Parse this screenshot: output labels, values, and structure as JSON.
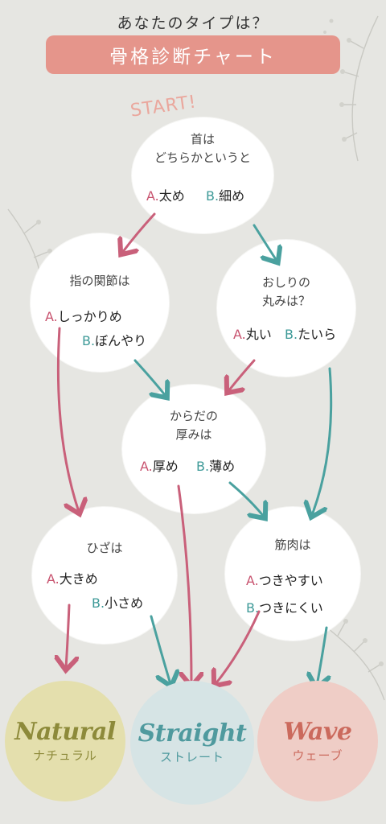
{
  "header": {
    "subtitle": "あなたのタイプは？",
    "title": "骨格診断チャート"
  },
  "start_label": "START!",
  "nodes": {
    "neck": {
      "question": [
        "首は",
        "どちらかというと"
      ],
      "a_letter": "A.",
      "a_text": "太め",
      "b_letter": "B.",
      "b_text": "細め"
    },
    "finger": {
      "question": [
        "指の関節は"
      ],
      "a_letter": "A.",
      "a_text": "しっかりめ",
      "b_letter": "B.",
      "b_text": "ぼんやり"
    },
    "hip": {
      "question": [
        "おしりの",
        "丸みは？"
      ],
      "a_letter": "A.",
      "a_text": "丸い",
      "b_letter": "B.",
      "b_text": "たいら"
    },
    "body": {
      "question": [
        "からだの",
        "厚みは"
      ],
      "a_letter": "A.",
      "a_text": "厚め",
      "b_letter": "B.",
      "b_text": "薄め"
    },
    "knee": {
      "question": [
        "ひざは"
      ],
      "a_letter": "A.",
      "a_text": "大きめ",
      "b_letter": "B.",
      "b_text": "小さめ"
    },
    "muscle": {
      "question": [
        "筋肉は"
      ],
      "a_letter": "A.",
      "a_text": "つきやすい",
      "b_letter": "B.",
      "b_text": "つきにくい"
    }
  },
  "results": {
    "natural": {
      "en": "Natural",
      "jp": "ナチュラル"
    },
    "straight": {
      "en": "Straight",
      "jp": "ストレート"
    },
    "wave": {
      "en": "Wave",
      "jp": "ウェーブ"
    }
  },
  "colors": {
    "a_arrow": "#c9607a",
    "b_arrow": "#4aa19f",
    "natural_bg": "#e4dfad",
    "natural_text": "#8d8a3a",
    "straight_bg": "#d6e4e5",
    "straight_text": "#4f9a9e",
    "wave_bg": "#efcdc6",
    "wave_text": "#cb6a5d",
    "banner": "#e5958b"
  }
}
